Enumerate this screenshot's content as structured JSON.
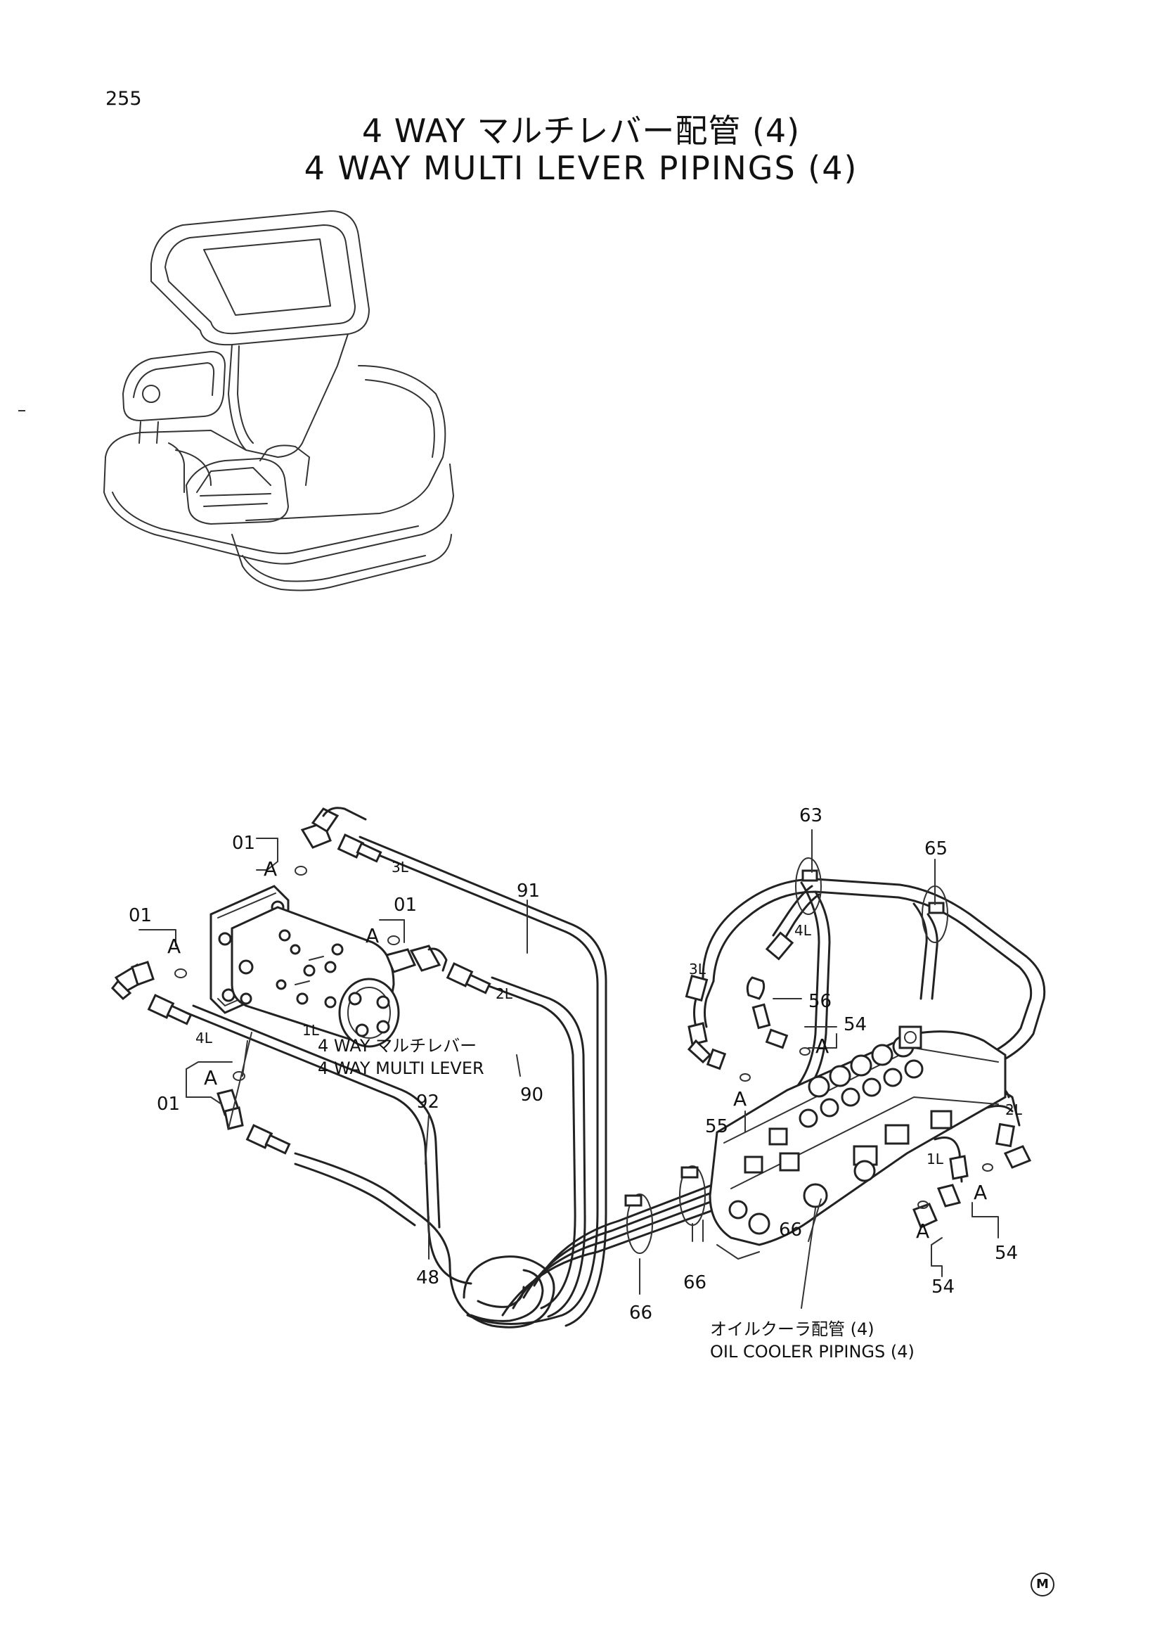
{
  "page_number": "255",
  "title_ja": "4 WAY マルチレバー配管 (4)",
  "title_en": "4 WAY MULTI LEVER PIPINGS (4)",
  "part_labels": [
    {
      "id": "p01a",
      "text": "01"
    },
    {
      "id": "p01b",
      "text": "01"
    },
    {
      "id": "p01c",
      "text": "01"
    },
    {
      "id": "p01d",
      "text": "01"
    },
    {
      "id": "p91",
      "text": "91"
    },
    {
      "id": "p90",
      "text": "90"
    },
    {
      "id": "p92",
      "text": "92"
    },
    {
      "id": "p48",
      "text": "48"
    },
    {
      "id": "p63",
      "text": "63"
    },
    {
      "id": "p65",
      "text": "65"
    },
    {
      "id": "p56",
      "text": "56"
    },
    {
      "id": "p54a",
      "text": "54"
    },
    {
      "id": "p54b",
      "text": "54"
    },
    {
      "id": "p54c",
      "text": "54"
    },
    {
      "id": "p55",
      "text": "55"
    },
    {
      "id": "p66a",
      "text": "66"
    },
    {
      "id": "p66b",
      "text": "66"
    },
    {
      "id": "p66c",
      "text": "66"
    }
  ],
  "port_labels": {
    "l1": "1L",
    "l2": "2L",
    "l3": "3L",
    "l4": "4L",
    "r2": "2L",
    "r3": "3L",
    "r4": "4L",
    "r1": "1L"
  },
  "marker_a": "A",
  "callouts": {
    "lever_ja": "4 WAY マルチレバー",
    "lever_en": "4 WAY MULTI LEVER",
    "cooler_ja": "オイルクーラ配管 (4)",
    "cooler_en": "OIL COOLER PIPINGS (4)"
  },
  "corner_mark": "M"
}
